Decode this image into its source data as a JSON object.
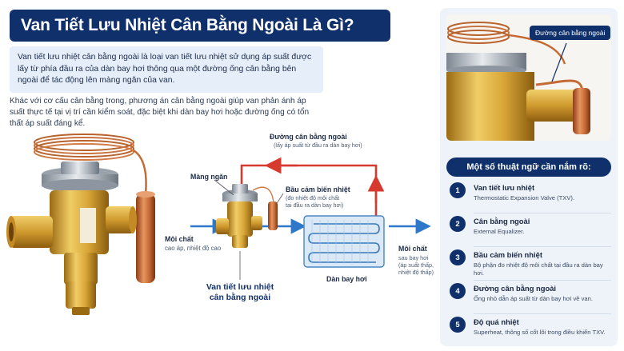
{
  "title": "Van Tiết Lưu Nhiệt Cân Bằng Ngoài Là Gì?",
  "intro": "Van tiết lưu nhiệt cân bằng ngoài là loại van tiết lưu nhiệt sử dụng áp suất được lấy từ phía đầu ra của dàn bay hơi thông qua một đường ống cân bằng bên ngoài để tác động lên màng ngăn của van.",
  "paragraph": "Khác với cơ cấu cân bằng trong, phương án cân bằng ngoài giúp van phản ánh áp suất thực tế tại vị trí cần kiểm soát, đặc biệt khi dàn bay hơi hoặc đường ống có tổn thất áp suất đáng kể.",
  "diagram": {
    "equalizer_line": "Đường cân bằng ngoài",
    "equalizer_sub": "(lấy áp suất từ đầu ra dàn bay hơi)",
    "diaphragm": "Màng ngăn",
    "sensing_bulb": "Bầu cảm biến nhiệt",
    "sensing_bulb_sub1": "(đo nhiệt độ môi chất",
    "sensing_bulb_sub2": "tại đầu ra dàn bay hơi)",
    "inlet_title": "Môi chất",
    "inlet_sub": "cao áp, nhiệt độ cao",
    "outlet_title": "Môi chất",
    "outlet_sub1": "sau bay hơi",
    "outlet_sub2": "(áp suất thấp,",
    "outlet_sub3": "nhiệt độ thấp)",
    "evaporator": "Dàn bay hơi",
    "valve_label_line1": "Van tiết lưu nhiệt",
    "valve_label_line2": "cân bằng ngoài"
  },
  "photo_badge": "Đường cân bằng ngoài",
  "terms_title": "Một số thuật ngữ cần nắm rõ:",
  "terms": [
    {
      "num": "1",
      "name": "Van tiết lưu nhiệt",
      "desc": "Thermostatic Expansion Valve (TXV)."
    },
    {
      "num": "2",
      "name": "Cân bằng ngoài",
      "desc": "External Equalizer."
    },
    {
      "num": "3",
      "name": "Bầu cảm biến nhiệt",
      "desc": "Bộ phận đo nhiệt độ môi chất tại đầu ra dàn bay hơi."
    },
    {
      "num": "4",
      "name": "Đường cân bằng ngoài",
      "desc": "Ống nhỏ dẫn áp suất từ dàn bay hơi về van."
    },
    {
      "num": "5",
      "name": "Độ quá nhiệt",
      "desc": "Superheat, thông số cốt lõi trong điều khiển TXV."
    }
  ]
}
